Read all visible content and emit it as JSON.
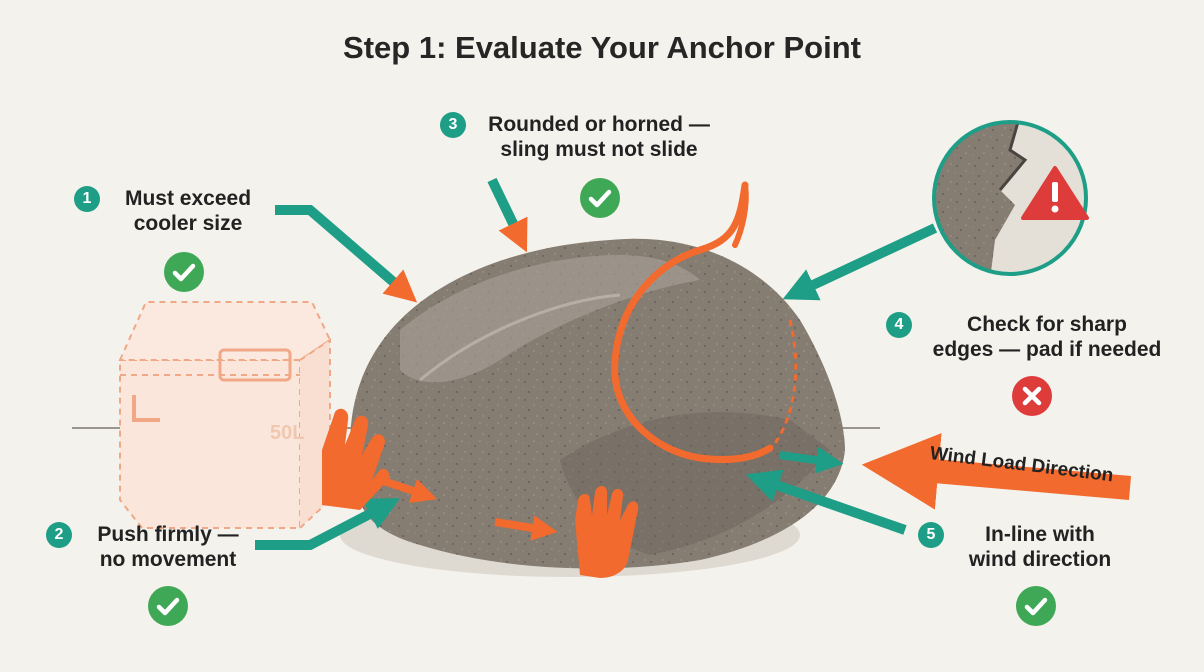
{
  "title": "Step 1: Evaluate Your Anchor Point",
  "cooler_label": "50L",
  "wind_label": "Wind Load Direction",
  "colors": {
    "accent_teal": "#1e9e86",
    "accent_orange": "#f26a2e",
    "check_green": "#3fa856",
    "fail_red": "#de3b3b",
    "rock": "#857c72",
    "background": "#f4f2ec"
  },
  "criteria": [
    {
      "number": "1",
      "line1": "Must exceed",
      "line2": "cooler size",
      "status": "pass",
      "status_icon": "check-icon"
    },
    {
      "number": "2",
      "line1": "Push firmly —",
      "line2": "no movement",
      "status": "pass",
      "status_icon": "check-icon"
    },
    {
      "number": "3",
      "line1": "Rounded or horned —",
      "line2": "sling must not slide",
      "status": "pass",
      "status_icon": "check-icon"
    },
    {
      "number": "4",
      "line1": "Check for sharp",
      "line2": "edges — pad if needed",
      "status": "fail",
      "status_icon": "x-icon"
    },
    {
      "number": "5",
      "line1": "In-line with",
      "line2": "wind direction",
      "status": "pass",
      "status_icon": "check-icon"
    }
  ],
  "icons": [
    "warning-icon",
    "hand-icon",
    "cooler-icon",
    "rock-icon",
    "sling-icon"
  ]
}
